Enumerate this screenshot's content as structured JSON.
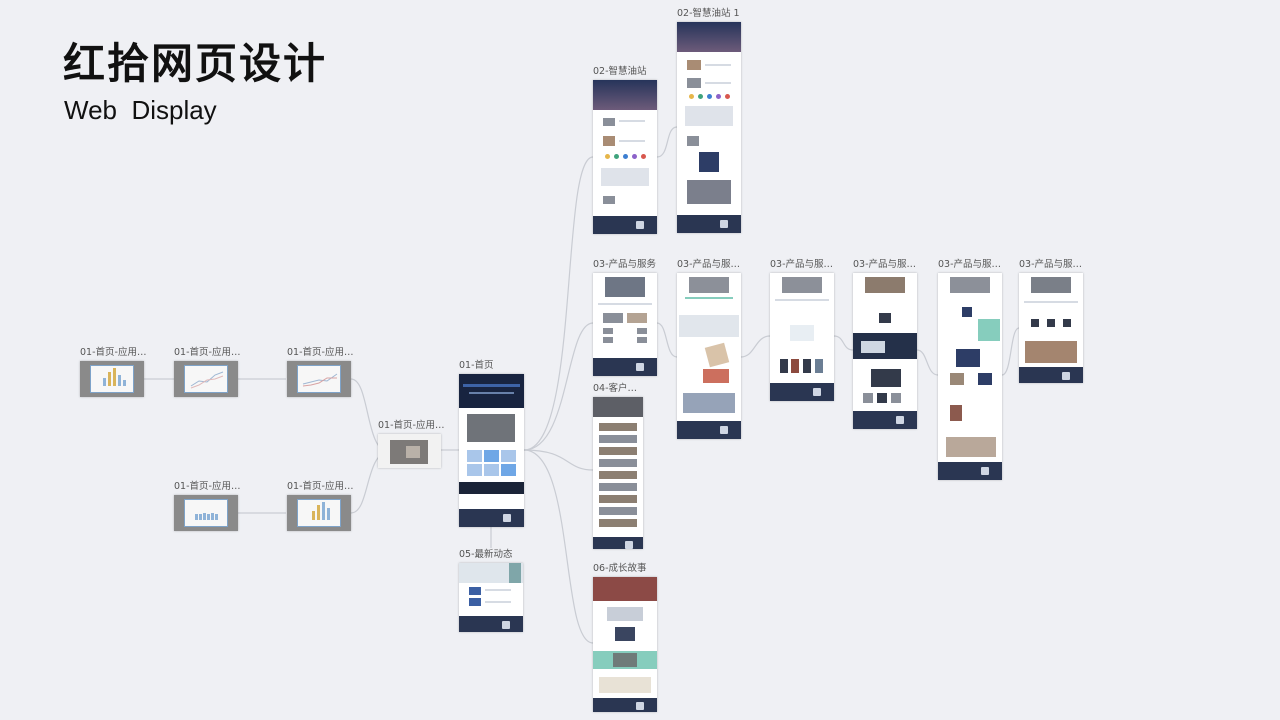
{
  "header": {
    "title": "红拾网页设计",
    "subtitle": "Web  Display"
  },
  "nodes": {
    "app1": "01-首页-应用…",
    "app2": "01-首页-应用…",
    "app3": "01-首页-应用…",
    "app4": "01-首页-应用…",
    "app5": "01-首页-应用…",
    "app_main": "01-首页-应用…",
    "home": "01-首页",
    "news": "05-最新动态",
    "gas": "02-智慧油站",
    "gas1": "02-智慧油站 1",
    "prod": "03-产品与服务",
    "prod2": "03-产品与服…",
    "prod3": "03-产品与服…",
    "prod4": "03-产品与服…",
    "prod5": "03-产品与服…",
    "prod6": "03-产品与服…",
    "client": "04-客户…",
    "story": "06-成长故事"
  },
  "colors": {
    "background": "#eff0f4",
    "connector": "#c9ccd3",
    "footer": "#2a3652",
    "hero_dark": "#1c2a4a"
  }
}
